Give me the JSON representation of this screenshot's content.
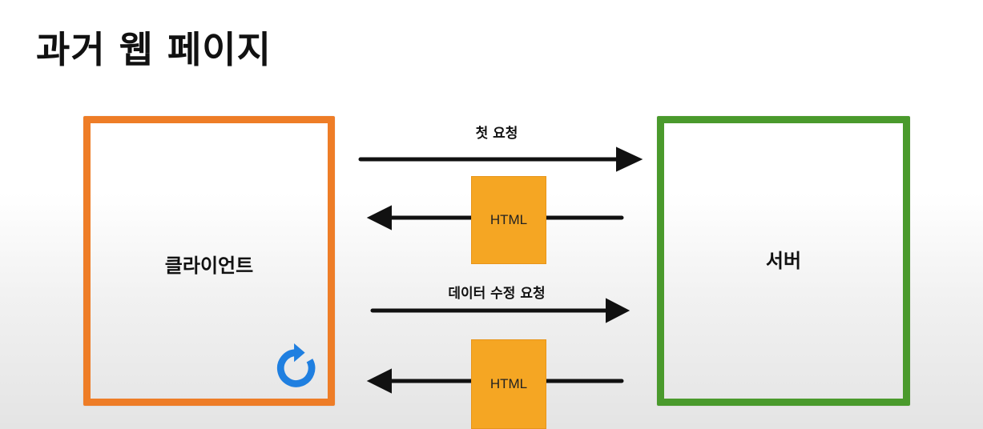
{
  "title": "과거 웹 페이지",
  "client": {
    "label": "클라이언트",
    "box_color": "#ee7d27",
    "icon": "refresh-icon",
    "icon_color": "#1f7fe0"
  },
  "server": {
    "label": "서버",
    "box_color": "#4a9a2c"
  },
  "flows": [
    {
      "label": "첫 요청",
      "direction": "client-to-server"
    },
    {
      "label": "HTML",
      "direction": "server-to-client"
    },
    {
      "label": "데이터 수정 요청",
      "direction": "client-to-server"
    },
    {
      "label": "HTML",
      "direction": "server-to-client"
    }
  ],
  "html_box_color": "#f5a623"
}
